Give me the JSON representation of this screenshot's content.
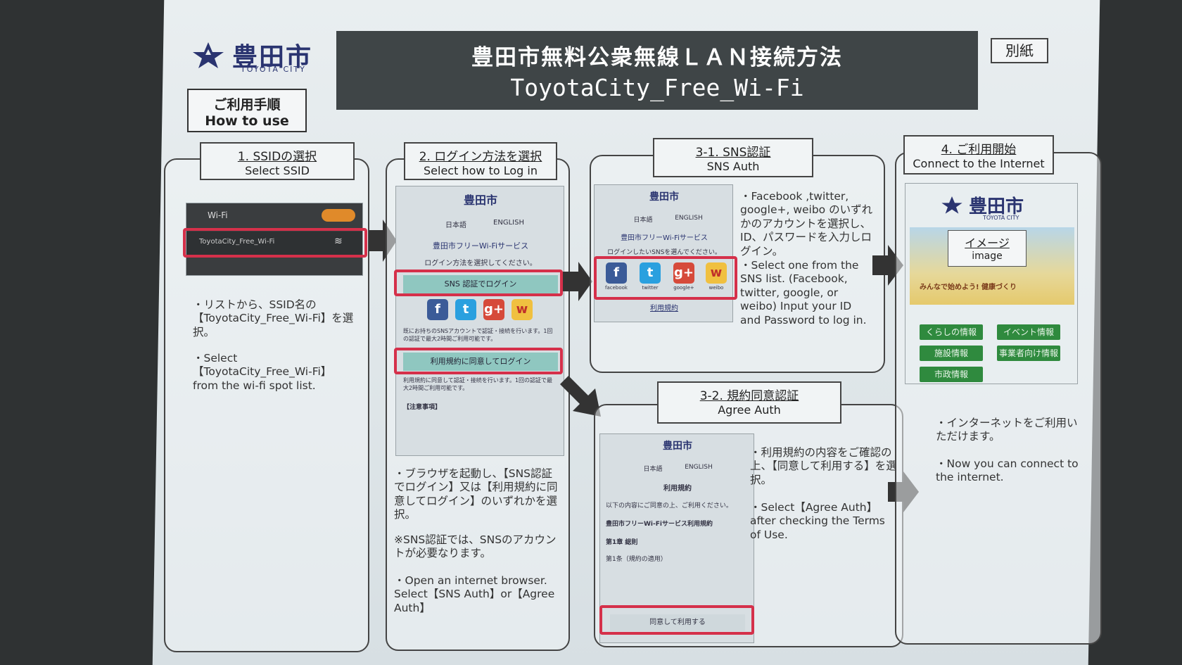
{
  "logo": {
    "name": "豊田市",
    "sub": "TOYOTA CITY"
  },
  "howto": {
    "jp": "ご利用手順",
    "en": "How to use"
  },
  "banner": {
    "title_jp": "豊田市無料公衆無線ＬＡＮ接続方法",
    "ssid": "ToyotaCity_Free_Wi-Fi"
  },
  "bessi": "別紙",
  "step1": {
    "title_jp": "1. SSIDの選択",
    "title_en": "Select SSID",
    "wifi_label": "Wi-Fi",
    "network": "ToyotaCity_Free_Wi-Fi",
    "desc_jp": "・リストから、SSID名の【ToyotaCity_Free_Wi-Fi】を選択。",
    "desc_en": "・Select【ToyotaCity_Free_Wi-Fi】from the wi-fi spot list."
  },
  "step2": {
    "title_jp": "2. ログイン方法を選択",
    "title_en": "Select how to Log in",
    "brand": "豊田市",
    "lang_jp": "日本語",
    "lang_en": "ENGLISH",
    "service": "豊田市フリーWi-Fiサービス",
    "prompt": "ログイン方法を選択してください。",
    "sns_button": "SNS 認証でログイン",
    "sns_note": "既にお持ちのSNSアカウントで認証・接続を行います。1回の認証で最大2時間ご利用可能です。",
    "agree_button": "利用規約に同意してログイン",
    "agree_note": "利用規約に同意して認証・接続を行います。1回の認証で最大2時間ご利用可能です。",
    "caution": "【注意事項】",
    "desc_jp": "・ブラウザを起動し、【SNS認証でログイン】又は【利用規約に同意してログイン】のいずれかを選択。",
    "note_jp": "※SNS認証では、SNSのアカウントが必要なります。",
    "desc_en": "・Open an internet browser. Select【SNS Auth】or【Agree Auth】"
  },
  "step31": {
    "title_jp": "3-1. SNS認証",
    "title_en": "SNS Auth",
    "brand": "豊田市",
    "lang_jp": "日本語",
    "lang_en": "ENGLISH",
    "service": "豊田市フリーWi-Fiサービス",
    "prompt": "ログインしたいSNSを選んでください。",
    "sns": [
      "facebook",
      "twitter",
      "google+",
      "weibo"
    ],
    "terms_link": "利用規約",
    "desc_jp": "・Facebook ,twitter, google+, weibo のいずれかのアカウントを選択し、ID、パスワードを入力しログイン。",
    "desc_en": "・Select one from the SNS list. (Facebook, twitter, google, or weibo) Input your ID and Password to log in."
  },
  "step32": {
    "title_jp": "3-2. 規約同意認証",
    "title_en": "Agree Auth",
    "brand": "豊田市",
    "lang_jp": "日本語",
    "lang_en": "ENGLISH",
    "heading": "利用規約",
    "line1": "以下の内容にご同意の上、ご利用ください。",
    "line2": "豊田市フリーWi-Fiサービス利用規約",
    "line3": "第1章 総則",
    "line4": "第1条（規約の適用）",
    "agree_button": "同意して利用する",
    "desc_jp": "・利用規約の内容をご確認の上、【同意して利用する】を選択。",
    "desc_en": "・Select【Agree Auth】after checking the Terms of Use."
  },
  "step4": {
    "title_jp": "4. ご利用開始",
    "title_en": "Connect to the Internet",
    "brand": "豊田市",
    "sub": "TOYOTA CITY",
    "image_jp": "イメージ",
    "image_en": "image",
    "slogan": "みんなで始めよう! 健康づくり",
    "buttons": [
      "くらしの情報",
      "イベント情報",
      "施設情報",
      "事業者向け情報",
      "市政情報"
    ],
    "desc_jp": "・インターネットをご利用いただけます。",
    "desc_en": "・Now you can connect to the internet."
  }
}
